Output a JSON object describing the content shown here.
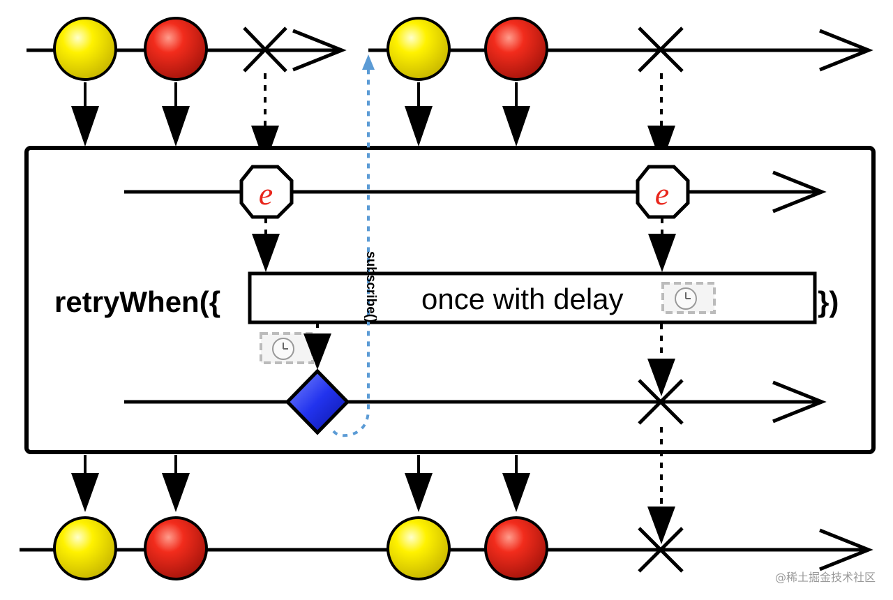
{
  "operator": {
    "prefix": "retryWhen({",
    "suffix": "})"
  },
  "inner_box": {
    "label": "once with delay"
  },
  "error_label": "e",
  "subscribe_label": "subscribe()",
  "watermark": "@稀土掘金技术社区",
  "colors": {
    "yellow": "#f4ea00",
    "red": "#e8261c",
    "blue": "#2233dd",
    "subscribe_arrow": "#5b9bd5",
    "stroke": "#000000"
  },
  "source_streams": [
    {
      "items": [
        "yellow",
        "red",
        "error"
      ],
      "end": "truncated"
    },
    {
      "items": [
        "yellow",
        "red",
        "error"
      ],
      "end": "arrow"
    }
  ],
  "output_stream": {
    "items": [
      "yellow",
      "red",
      "yellow",
      "red",
      "error"
    ],
    "end": "arrow"
  },
  "icons": [
    "clock-icon",
    "clock-icon"
  ]
}
